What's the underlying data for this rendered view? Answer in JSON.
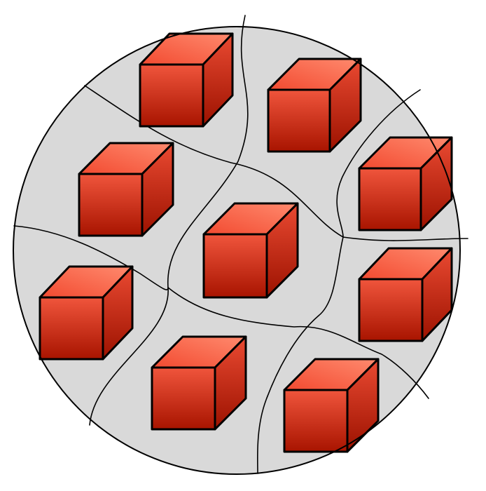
{
  "diagram": {
    "kind": "circular-region-partitioned-into-cells",
    "background_color": "#ffffff",
    "disc_fill": "#d9d9d9",
    "outline_color": "#000000",
    "cell_count": 9,
    "cube_count": 9,
    "cube_colors": {
      "front_top": "#f0553c",
      "front_bottom": "#a81400",
      "top_light": "#ff8a6e",
      "top_dark": "#f24a30",
      "side_light": "#ea4a32",
      "side_dark": "#9c1200"
    }
  }
}
